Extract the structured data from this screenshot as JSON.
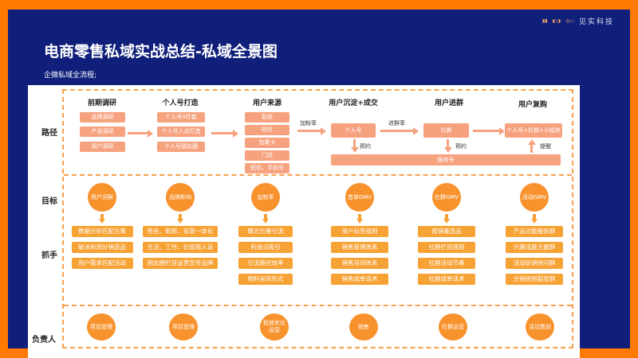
{
  "header": {
    "title": "电商零售私域实战总结-私域全景图",
    "subtitle": "企微私域全流程;",
    "logo_text": "见实科技",
    "logo_marks": [
      "IP",
      "2021",
      "私域",
      "见实科技"
    ]
  },
  "row_labels": {
    "path": "路径",
    "goal": "目标",
    "lever": "抓手",
    "owner": "负责人"
  },
  "path": {
    "stages": [
      "前期调研",
      "个人号打造",
      "用户来源",
      "用户沉淀+成交",
      "用户进群",
      "用户复购"
    ],
    "research": [
      "品牌调研",
      "产品调研",
      "用户调研"
    ],
    "persona": [
      "个人号4件套",
      "个人号人设打造",
      "个人号朋友圈"
    ],
    "sources": [
      "裂变",
      "短信",
      "包裹卡",
      "门店",
      "短信、手机号"
    ],
    "arrow_fan_rate": "加粉率",
    "personal": "个人号",
    "arrow_group_rate": "进群率",
    "community": "社群",
    "repurchase": "个人号+社群+小程序",
    "booking1": "预约",
    "booking2": "预约",
    "remind": "提醒",
    "service": "服务号"
  },
  "goals": [
    {
      "label": "用户洞察",
      "items": [
        "数据分析匹配方案",
        "破冰利润分销选品",
        "用户需求匹配活动"
      ]
    },
    {
      "label": "品牌影响",
      "items": [
        "姓名、昵称、背景一体化",
        "生活、工作、价值观人设",
        "朋友圈栏目运营宣传品牌"
      ]
    },
    {
      "label": "加粉率",
      "items": [
        "曝光位置引流",
        "利益点吸引",
        "引流路径效率",
        "物料呈现形式"
      ]
    },
    {
      "label": "首单GMV",
      "items": [
        "用户标签规则",
        "销售管理体系",
        "销售培训体系",
        "销售成单话术"
      ]
    },
    {
      "label": "社群GMV",
      "items": [
        "按销量选品",
        "社群栏目规则",
        "社群活动节奏",
        "社群成单话术"
      ]
    },
    {
      "label": "活动GMV",
      "items": [
        "产品功能服务群",
        "兴趣话题主题群",
        "活动促销快闪群",
        "分销拼团裂变群"
      ]
    }
  ],
  "owners": [
    "项目管理",
    "项目管理",
    "投放优化运营",
    "销售",
    "社群运营",
    "活动策划"
  ],
  "colors": {
    "frame": "#ff7a00",
    "bg": "#0f1f7a",
    "pathbox": "#f6a27f",
    "goalbox": "#f7a235",
    "circle": "#f7922d"
  }
}
